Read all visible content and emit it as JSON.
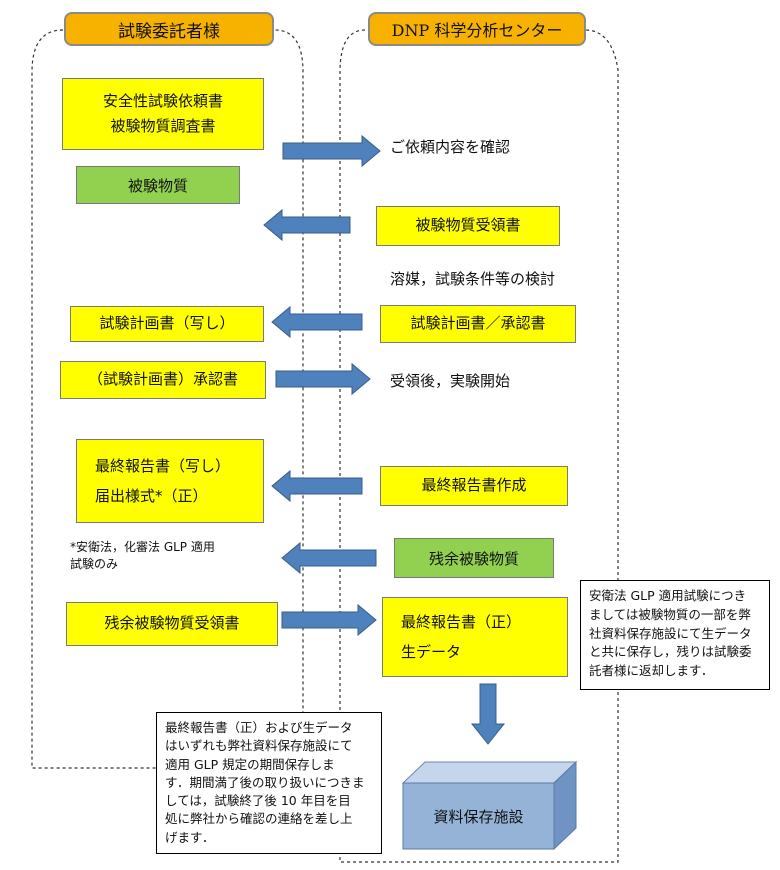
{
  "lanes": {
    "left_title": "試験委託者様",
    "right_title": "DNP 科学分析センター"
  },
  "boxes": {
    "request_line1": "安全性試験依頼書",
    "request_line2": "被験物質調査書",
    "test_substance": "被験物質",
    "receipt": "被験物質受領書",
    "plan_copy": "試験計画書（写し）",
    "plan_approval_right": "試験計画書／承認書",
    "plan_approval_left": "（試験計画書）承認書",
    "final_copy_line1": "最終報告書（写し）",
    "final_copy_line2": "届出様式*（正）",
    "final_create": "最終報告書作成",
    "residual_substance": "残余被験物質",
    "residual_receipt": "残余被験物質受領書",
    "final_original_line1": "最終報告書（正）",
    "final_original_line2": "生データ"
  },
  "labels": {
    "confirm": "ご依頼内容を確認",
    "consider": "溶媒，試験条件等の検討",
    "start": "受領後，実験開始",
    "footnote_line1": "*安衛法，化審法 GLP 適用",
    "footnote_line2": "試験のみ"
  },
  "notes": {
    "right_note": [
      "安衛法 GLP 適用試験につき",
      "ましては被験物質の一部を弊",
      "社資料保存施設にて生データ",
      "と共に保存し，残りは試験委",
      "託者様に返却します．"
    ],
    "bottom_note": [
      "最終報告書（正）および生データ",
      "はいずれも弊社資料保存施設にて",
      "適用 GLP 規定の期間保存しま",
      "す．期間満了後の取り扱いにつきま",
      "しては，試験終了後 10 年目を目",
      "処に弊社から確認の連絡を差し上",
      "げます．"
    ]
  },
  "storage": {
    "label": "資料保存施設"
  },
  "colors": {
    "header": "#f7b200",
    "yellow_box": "#ffff00",
    "green_box": "#92d050",
    "arrow": "#4f81bd",
    "cube_front": "#95b3d7",
    "cube_top": "#c5d6ec",
    "cube_side": "#6f93c2"
  }
}
